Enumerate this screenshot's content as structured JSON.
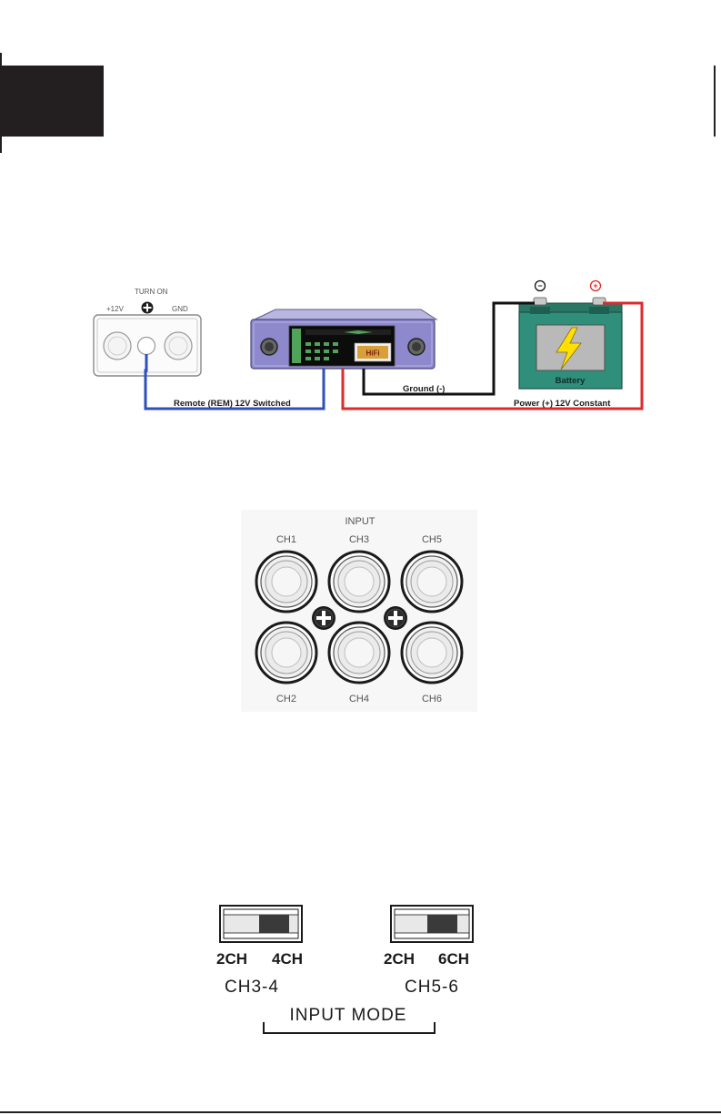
{
  "wiring": {
    "head_unit": {
      "label_12v": "+12V",
      "label_turn_on": "TURN ON",
      "label_gnd": "GND"
    },
    "amplifier": {
      "display": "HiFi"
    },
    "battery": {
      "label": "Battery",
      "neg_symbol": "−",
      "pos_symbol": "+"
    },
    "wires": {
      "remote": "Remote (REM) 12V Switched",
      "ground": "Ground (-)",
      "power": "Power (+) 12V Constant"
    },
    "colors": {
      "remote": "#2f4fbf",
      "ground": "#111111",
      "power": "#e02a2a",
      "battery": "#2f8f7a",
      "amp": "#8a86c8"
    }
  },
  "inputs": {
    "title": "INPUT",
    "top": [
      "CH1",
      "CH3",
      "CH5"
    ],
    "bottom": [
      "CH2",
      "CH4",
      "CH6"
    ]
  },
  "input_mode": {
    "switches": [
      {
        "left_label": "2CH",
        "right_label": "4CH",
        "name": "CH3-4"
      },
      {
        "left_label": "2CH",
        "right_label": "6CH",
        "name": "CH5-6"
      }
    ],
    "group_label": "INPUT MODE"
  }
}
